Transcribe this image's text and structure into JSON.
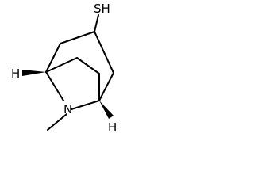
{
  "molecule": {
    "atoms": {
      "thiol": "SH",
      "nitrogen": "N",
      "h_left": "H",
      "h_right": "H"
    },
    "colors": {
      "bond": "#000000",
      "background": "#ffffff"
    }
  }
}
